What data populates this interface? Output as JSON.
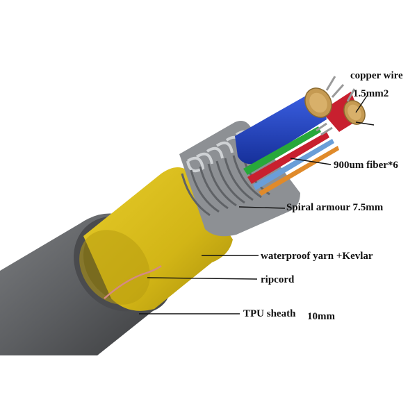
{
  "labels": {
    "copper_wire_line1": "copper wire",
    "copper_wire_line2": "1.5mm2",
    "fiber": "900um fiber*6",
    "spiral_armour": "Spiral armour 7.5mm",
    "waterproof_yarn": "waterproof yarn +Kevlar",
    "ripcord": "ripcord",
    "tpu_sheath": "TPU sheath",
    "tpu_size": "10mm"
  },
  "colors": {
    "sheath": "#6b6d6f",
    "sheath_dark": "#3b3c3e",
    "yarn": "#e0c31c",
    "yarn_dark": "#a78d0a",
    "armour": "#9ea1a5",
    "core_blue": "#1f3fc2",
    "fiber_green": "#28a83a",
    "fiber_red": "#c8202f",
    "fiber_blue_light": "#6a9ed8",
    "copper": "#c59a52",
    "ripcord": "#d48a86",
    "background": "#ffffff"
  }
}
